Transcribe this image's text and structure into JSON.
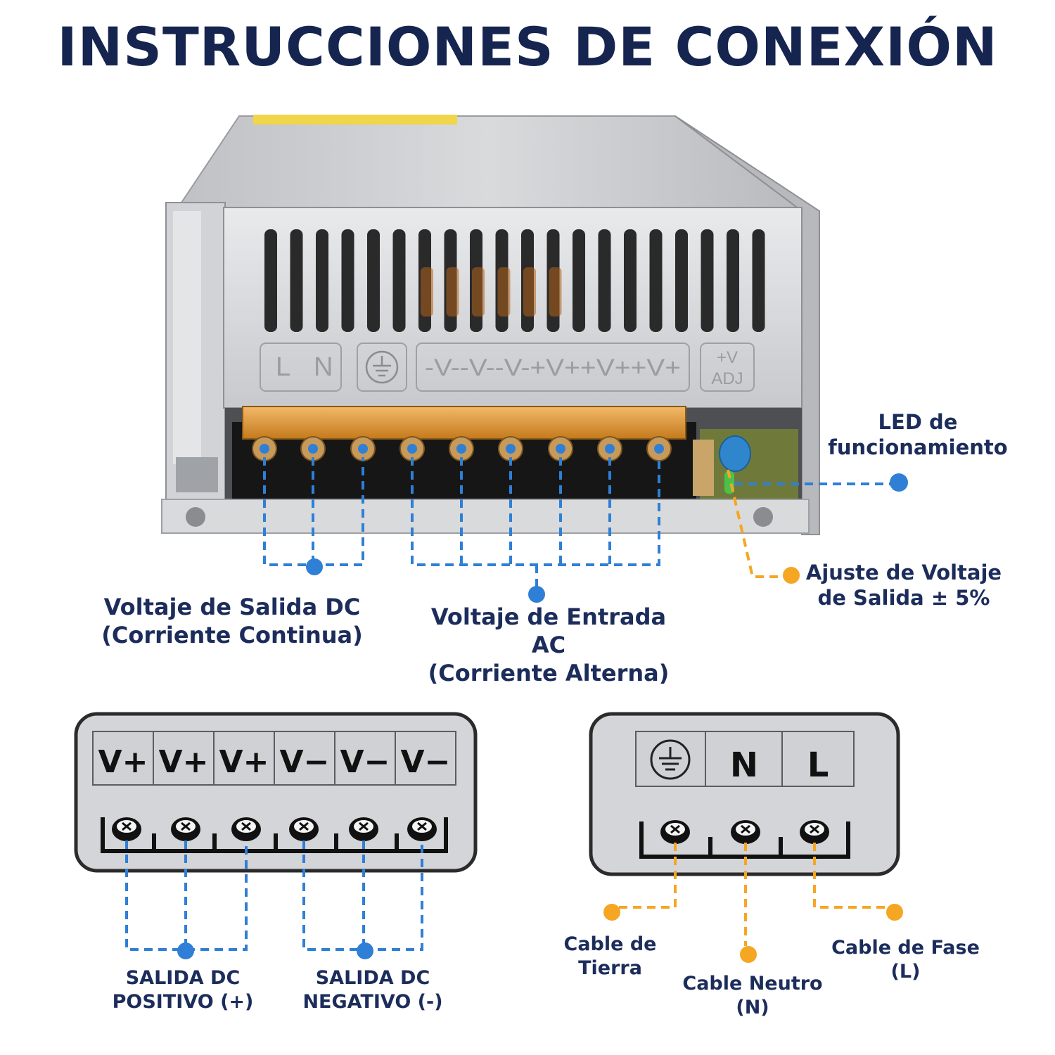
{
  "title": "INSTRUCCIONES DE CONEXIÓN",
  "device": {
    "panel_labels": {
      "ac": [
        "L",
        "N"
      ],
      "ground_symbol": "ground-icon",
      "dc": "-V--V--V-+V++V++V+",
      "adj_top": "+V",
      "adj_bottom": "ADJ"
    }
  },
  "callouts": {
    "led": [
      "LED de",
      "funcionamiento"
    ],
    "adjust": [
      "Ajuste de Voltaje",
      "de Salida ± 5%"
    ],
    "dc_output": [
      "Voltaje de Salida DC",
      "(Corriente Continua)"
    ],
    "ac_input": [
      "Voltaje de Entrada AC",
      "(Corriente Alterna)"
    ]
  },
  "dc_box": {
    "terminals": [
      "V+",
      "V+",
      "V+",
      "V−",
      "V−",
      "V−"
    ],
    "positive_label": [
      "SALIDA DC",
      "POSITIVO (+)"
    ],
    "negative_label": [
      "SALIDA DC",
      "NEGATIVO (-)"
    ]
  },
  "ac_box": {
    "terminals": [
      "",
      "N",
      "L"
    ],
    "earth_label": [
      "Cable de",
      "Tierra"
    ],
    "neutral_label": [
      "Cable Neutro",
      "(N)"
    ],
    "phase_label": [
      "Cable de Fase",
      "(L)"
    ]
  },
  "colors": {
    "title": "#15254f",
    "blue_lines": "#2f7fd6",
    "orange_lines": "#f5a623",
    "box_fill": "#d4d5d8",
    "box_border": "#2b2b2b"
  }
}
